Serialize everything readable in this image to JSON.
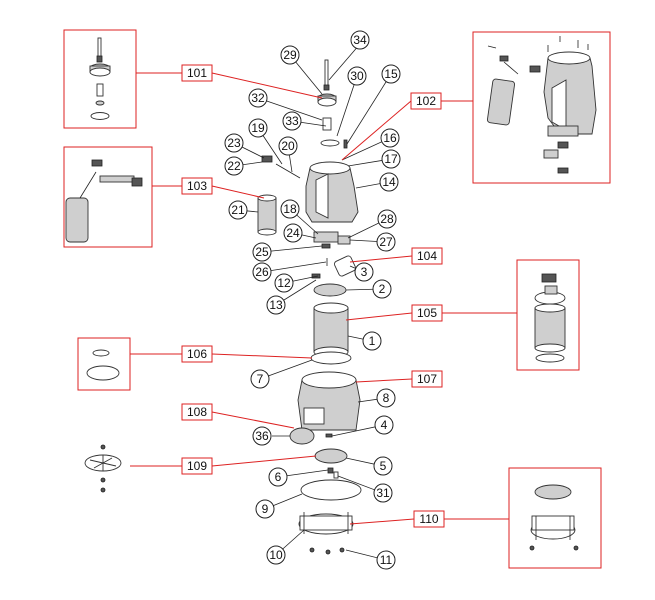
{
  "diagram": {
    "callouts": [
      "34",
      "29",
      "30",
      "15",
      "32",
      "33",
      "16",
      "17",
      "14",
      "19",
      "23",
      "20",
      "22",
      "21",
      "18",
      "28",
      "24",
      "27",
      "25",
      "26",
      "12",
      "3",
      "13",
      "2",
      "1",
      "7",
      "8",
      "4",
      "36",
      "5",
      "6",
      "31",
      "9",
      "10",
      "11"
    ],
    "references": [
      "101",
      "102",
      "103",
      "104",
      "105",
      "106",
      "107",
      "108",
      "109",
      "110"
    ]
  }
}
